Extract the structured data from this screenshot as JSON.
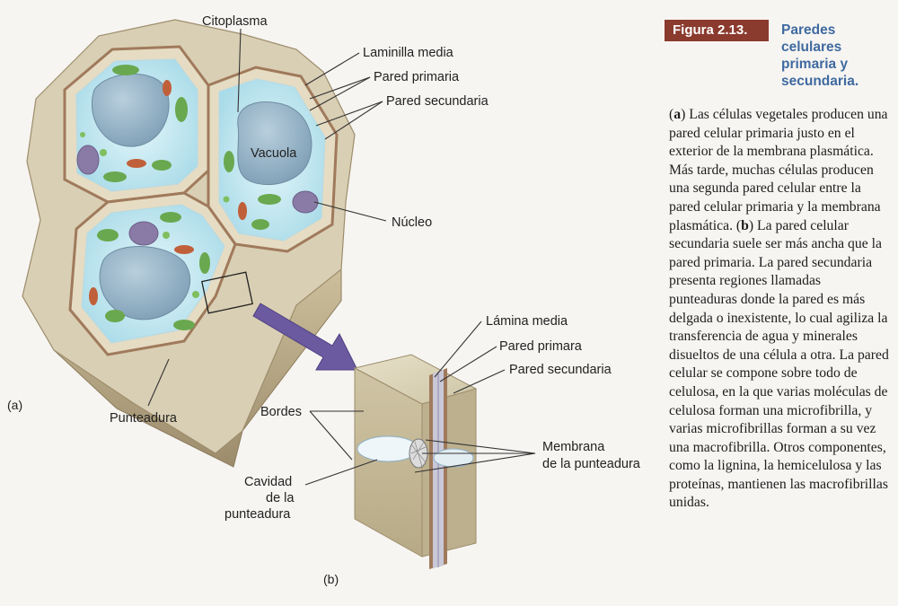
{
  "diagram": {
    "labels": {
      "citoplasma": "Citoplasma",
      "laminilla_media": "Laminilla media",
      "pared_primaria": "Pared primaria",
      "pared_secundaria": "Pared secundaria",
      "vacuola": "Vacuola",
      "nucleo": "Núcleo",
      "punteadura": "Punteadura",
      "lamina_media": "Lámina media",
      "pared_primara": "Pared primara",
      "pared_secundaria_b": "Pared secundaria",
      "bordes": "Bordes",
      "membrana_line1": "Membrana",
      "membrana_line2": "de la punteadura",
      "cavidad_line1": "Cavidad",
      "cavidad_line2": "de la",
      "cavidad_line3": "punteadura"
    },
    "panel_a": "(a)",
    "panel_b": "(b)"
  },
  "caption": {
    "badge": "Figura 2.13.",
    "title": "Paredes celulares primaria y secundaria.",
    "marker_a": "a",
    "text_a": " Las células vegetales producen una pared celular primaria justo en el exterior de la membrana plasmática. Más tarde, muchas células producen una segunda pared celular entre la pared celular primaria y la membrana plasmática. (",
    "marker_b": "b",
    "text_b": ") La pared celular secundaria suele ser más ancha que la pared primaria. La pared secundaria presenta regiones llamadas punteaduras donde la pared es más delgada o inexistente, lo cual agiliza la transferencia de agua y minerales disueltos de una célula a otra. La pared celular se compone sobre todo de celulosa, en la que varias moléculas de celulosa forman una microfibrilla, y varias microfibrillas forman a su vez una macrofibrilla. Otros componentes, como la lignina, la hemicelulosa y las proteínas, mantienen las macrofibrillas unidas."
  },
  "colors": {
    "wall": "#d9cfb4",
    "middle_lamella": "#a07a5c",
    "cytoplasm": "#bfe6f0",
    "vacuole": "#8fb0c7",
    "nucleus": "#8a7aa6",
    "chloroplast": "#6aa84f",
    "mitochondria": "#c0603a",
    "caption_badge": "#8b3a2e",
    "caption_title": "#3f6aa0",
    "arrow": "#6b5aa0"
  }
}
